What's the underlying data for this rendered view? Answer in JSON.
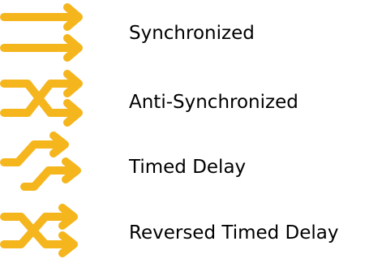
{
  "legend": {
    "accent_color": "#f5b51d",
    "items": [
      {
        "icon": "parallel-arrows-icon",
        "label": "Synchronized"
      },
      {
        "icon": "crossing-arrows-icon",
        "label": "Anti-Synchronized"
      },
      {
        "icon": "staggered-step-arrows-icon",
        "label": "Timed Delay"
      },
      {
        "icon": "crossing-step-arrows-icon",
        "label": "Reversed Timed Delay"
      }
    ]
  }
}
